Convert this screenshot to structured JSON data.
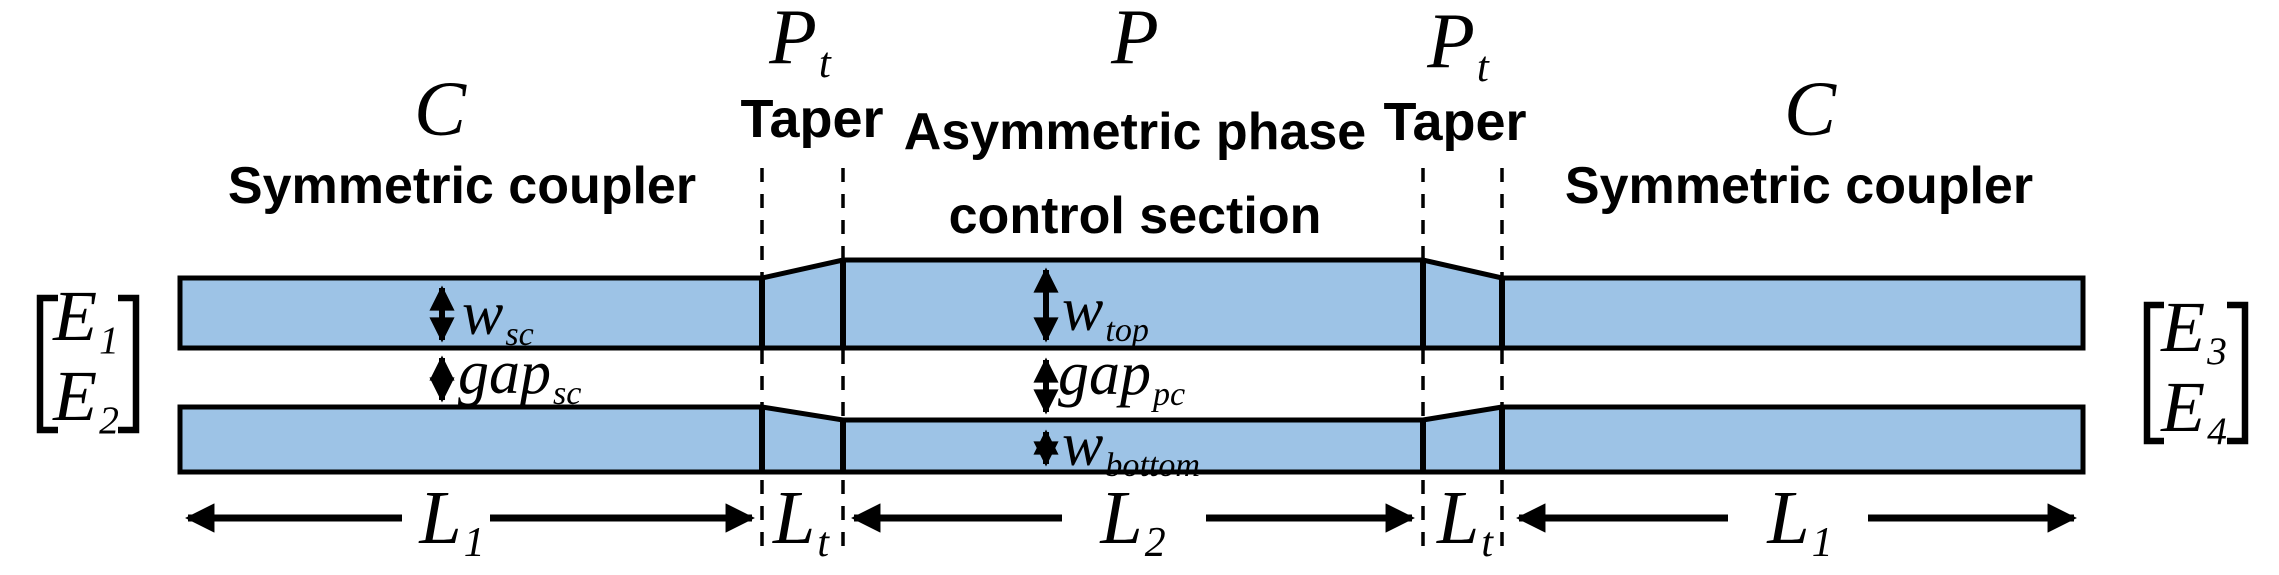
{
  "colors": {
    "waveguide_fill": "#9DC3E6",
    "outline": "#000000"
  },
  "sections": {
    "left_coupler": {
      "symbol": "C",
      "name": "Symmetric coupler"
    },
    "left_taper": {
      "symbol_base": "P",
      "symbol_sub": "t",
      "name": "Taper"
    },
    "phase_control": {
      "symbol": "P",
      "name_line1": "Asymmetric phase",
      "name_line2": "control section"
    },
    "right_taper": {
      "symbol_base": "P",
      "symbol_sub": "t",
      "name": "Taper"
    },
    "right_coupler": {
      "symbol": "C",
      "name": "Symmetric coupler"
    }
  },
  "ports": {
    "in_top": {
      "base": "E",
      "sub": "1"
    },
    "in_bottom": {
      "base": "E",
      "sub": "2"
    },
    "out_top": {
      "base": "E",
      "sub": "3"
    },
    "out_bottom": {
      "base": "E",
      "sub": "4"
    }
  },
  "dimensions": {
    "w_sc": {
      "base": "w",
      "sub": "sc"
    },
    "gap_sc": {
      "base": "gap",
      "sub": "sc"
    },
    "w_top": {
      "base": "w",
      "sub": "top"
    },
    "gap_pc": {
      "base": "gap",
      "sub": "pc"
    },
    "w_bottom": {
      "base": "w",
      "sub": "bottom"
    },
    "L1_left": {
      "base": "L",
      "sub": "1"
    },
    "Lt_left": {
      "base": "L",
      "sub": "t"
    },
    "L2": {
      "base": "L",
      "sub": "2"
    },
    "Lt_right": {
      "base": "L",
      "sub": "t"
    },
    "L1_right": {
      "base": "L",
      "sub": "1"
    }
  }
}
